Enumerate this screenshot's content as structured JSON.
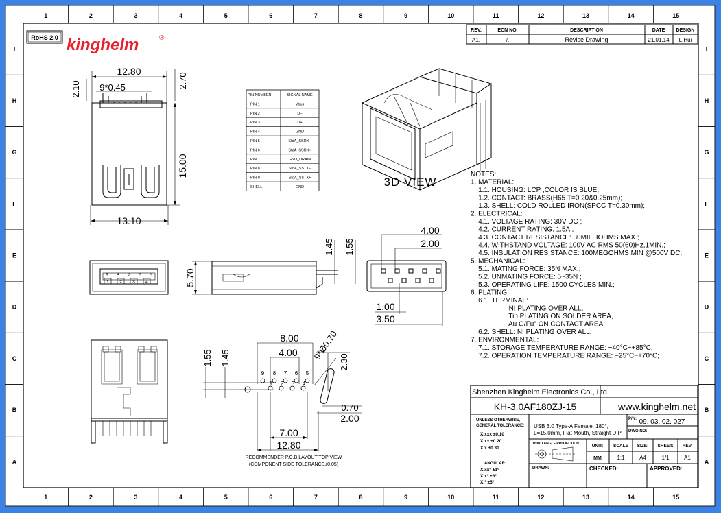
{
  "border": {
    "columns": [
      "1",
      "2",
      "3",
      "4",
      "5",
      "6",
      "7",
      "8",
      "9",
      "10",
      "11",
      "12",
      "13",
      "14",
      "15"
    ],
    "rows": [
      "I",
      "H",
      "G",
      "F",
      "E",
      "D",
      "C",
      "B",
      "A"
    ]
  },
  "header": {
    "rohs": "RoHS 2.0",
    "logo": "kinghelm",
    "logo_mark": "®",
    "brand_color": "#e8202a"
  },
  "revision": {
    "headers": [
      "REV.",
      "ECN NO.",
      "DESCRIPTION",
      "DATE",
      "DESIGN"
    ],
    "row": [
      "A1.",
      "/.",
      "Revise Drawing",
      "21.01.14",
      "L.Hui"
    ]
  },
  "pin_table": {
    "headers": [
      "PIN NUMBER",
      "SIGNAL NAME"
    ],
    "rows": [
      [
        "PIN 1",
        "Vbus"
      ],
      [
        "PIN 2",
        "D−"
      ],
      [
        "PIN 3",
        "D+"
      ],
      [
        "PIN 4",
        "GND"
      ],
      [
        "PIN 5",
        "StdA_SSRX−"
      ],
      [
        "PIN 6",
        "StdA_SSRX+"
      ],
      [
        "PIN 7",
        "GND_DRAIN"
      ],
      [
        "PIN 8",
        "StdA_SSTX−"
      ],
      [
        "PIN 9",
        "StdA_SSTX+"
      ],
      [
        "SHELL",
        "GND"
      ]
    ]
  },
  "view_label": "3D VIEW",
  "dims": {
    "front_width": "12.80",
    "pitch": "9*0.45",
    "top_left": "2.10",
    "top_right": "2.70",
    "height": "15.00",
    "bottom_width": "13.10",
    "side_height": "5.70",
    "side_145": "1.45",
    "side_155": "1.55",
    "end_400": "4.00",
    "end_200": "2.00",
    "end_100": "1.00",
    "end_350": "3.50",
    "pcb_800": "8.00",
    "pcb_400": "4.00",
    "pcb_hole": "9*Ø0.70",
    "pcb_230": "2.30",
    "pcb_155": "1.55",
    "pcb_145": "1.45",
    "pcb_070": "0.70",
    "pcb_200": "2.00",
    "pcb_700": "7.00",
    "pcb_1280": "12.80"
  },
  "pin_labels_front": [
    "9",
    "8",
    "7",
    "6",
    "5",
    "1",
    "2",
    "3",
    "4"
  ],
  "pin_labels_pcb": [
    "9",
    "8",
    "7",
    "6",
    "5",
    "1",
    "2",
    "3",
    "4"
  ],
  "pcb_caption": [
    "RECOMMENDER P.C.B.LAYOUT TOP VIEW",
    "(COMPONENT SIDE TOLERANCE±0.05)"
  ],
  "notes": [
    "NOTES:",
    "1. MATERIAL:",
    "    1.1. HOUSING: LCP ,COLOR IS BLUE;",
    "    1.2. CONTACT: BRASS(H65 T=0.20&0.25mm);",
    "    1.3. SHELL: COLD ROLLED IRON(SPCC T=0.30mm);",
    "2. ELECTRICAL:",
    "    4.1. VOLTAGE RATING: 30V DC ;",
    "    4.2. CURRENT RATING: 1.5A ;",
    "    4.3. CONTACT RESISTANCE: 30MILLIOHMS MAX.;",
    "    4.4. WITHSTAND VOLTAGE: 100V AC RMS 50(60)Hz,1MIN.;",
    "    4.5. INSULATION RESISTANCE: 100MEGOHMS MIN @500V DC;",
    "5. MECHANICAL:",
    "    5.1. MATING FORCE: 35N MAX.;",
    "    5.2. UNMATING FORCE: 5~35N ;",
    "    5.3. OPERATING LIFE: 1500 CYCLES MIN.;",
    "6. PLATING:",
    "    6.1. TERMINAL:",
    "                    NI PLATING OVER ALL,",
    "                    Tin PLATING ON SOLDER AREA,",
    "                    Au G/Fu\" ON CONTACT AREA;",
    "    6.2. SHELL: NI PLATING OVER ALL;",
    "7. ENVIRONMENTAL:",
    "    7.1. STORAGE TEMPERATURE RANGE: −40°C~+85°C,",
    "    7.2. OPERATION TEMPERATURE RANGE: −25°C~+70°C;"
  ],
  "title_block": {
    "company": "Shenzhen Kinghelm Electronics Co., Ltd.",
    "website": "www.kinghelm.net",
    "part_no": "KH-3.0AF180ZJ-15",
    "description_lines": [
      "USB 3.0 Type-A Female, 180°,",
      "L=15.0mm, Flat Mouth, Straight DIP"
    ],
    "tolerance_title": [
      "UNLESS OTHERWISE,",
      "GENERAL TOLERANCE:"
    ],
    "tolerances": [
      "X.xxx ±0.10",
      "X.xx ±0.20",
      "X.x ±0.30"
    ],
    "angular_title": "ANGULAR:",
    "angular": [
      "X.xx° ±1°",
      "X.x° ±3°",
      "X.° ±5°"
    ],
    "pn_label": "P/N:",
    "pn_value": "09. 03. 02. 027",
    "dwg_label": "DWG NO:",
    "projection": "THIRD ANGLE PROJECTION",
    "unit_label": "UNIT:",
    "unit_value": "MM",
    "scale_label": "SCALE",
    "scale_value": "1:1",
    "size_label": "SIZE:",
    "size_value": "A4",
    "sheet_label": "SHEET:",
    "sheet_value": "1/1",
    "rev_label": "REV.",
    "rev_value": "A1",
    "drawn_label": "DRAWN:",
    "checked_label": "CHECKED:",
    "approved_label": "APPROVED:"
  }
}
